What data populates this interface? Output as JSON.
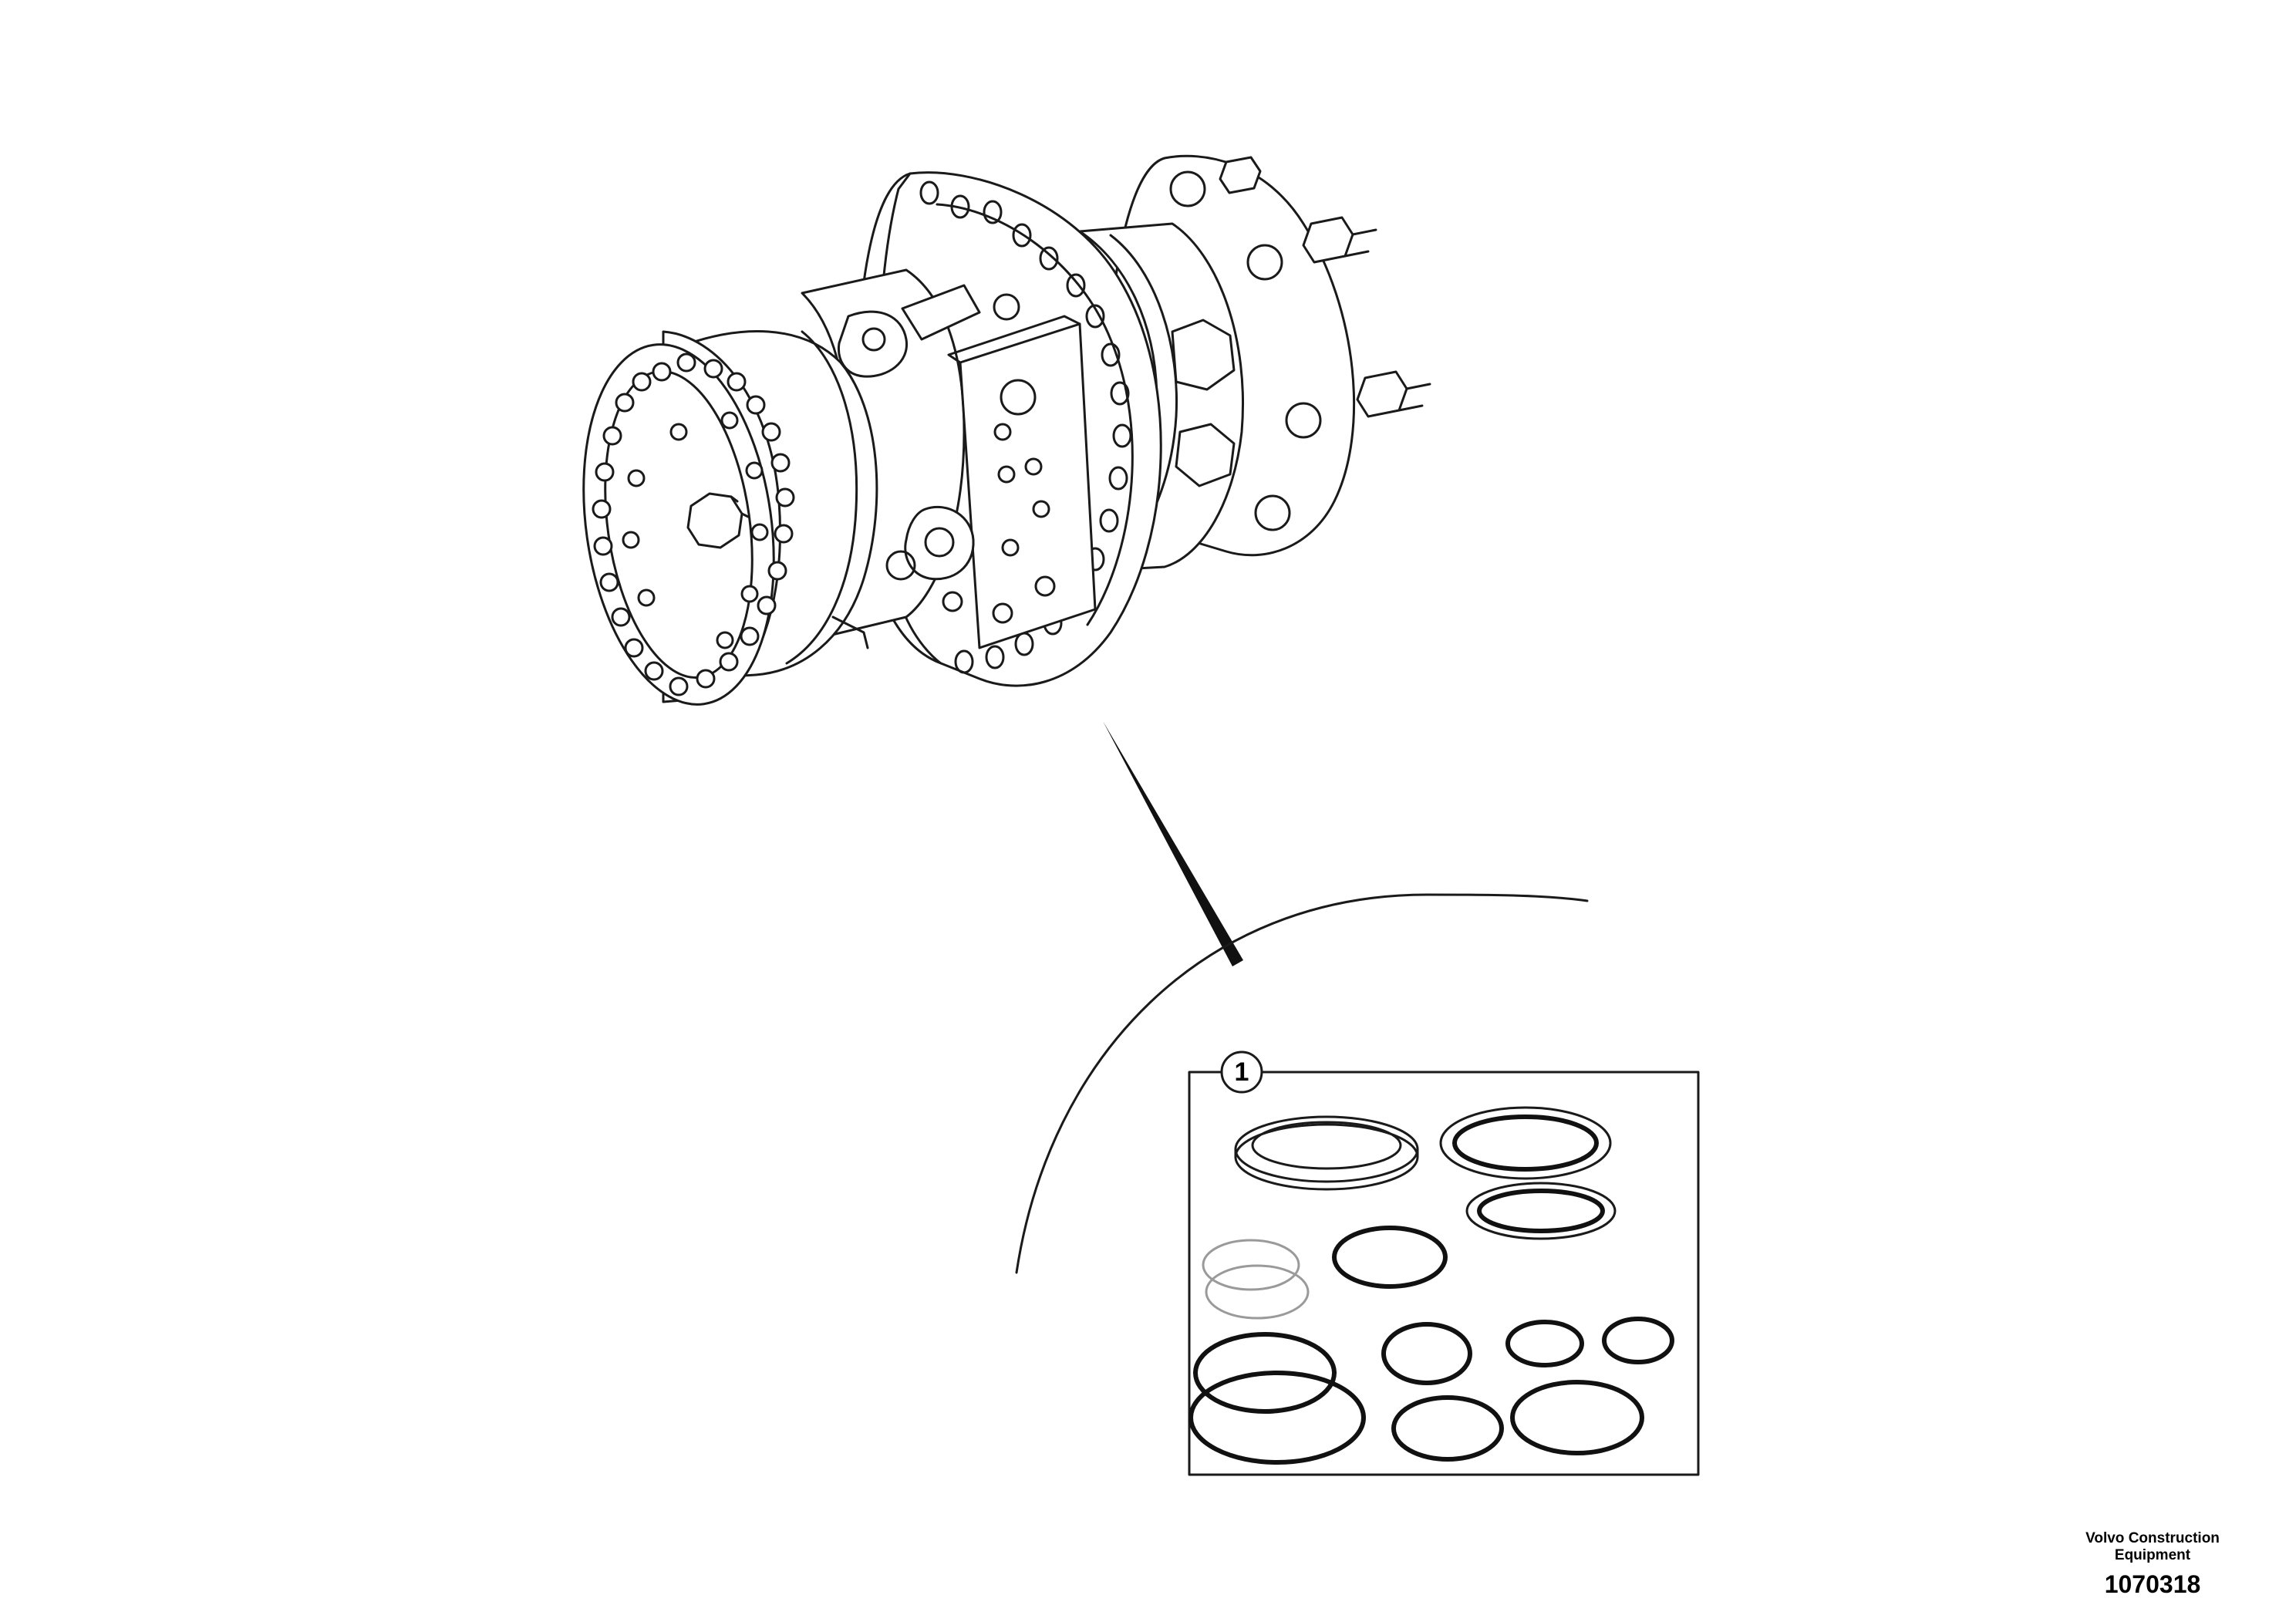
{
  "callout": {
    "number": "1"
  },
  "footer": {
    "brand_line1": "Volvo Construction",
    "brand_line2": "Equipment",
    "drawing_number": "1070318"
  }
}
